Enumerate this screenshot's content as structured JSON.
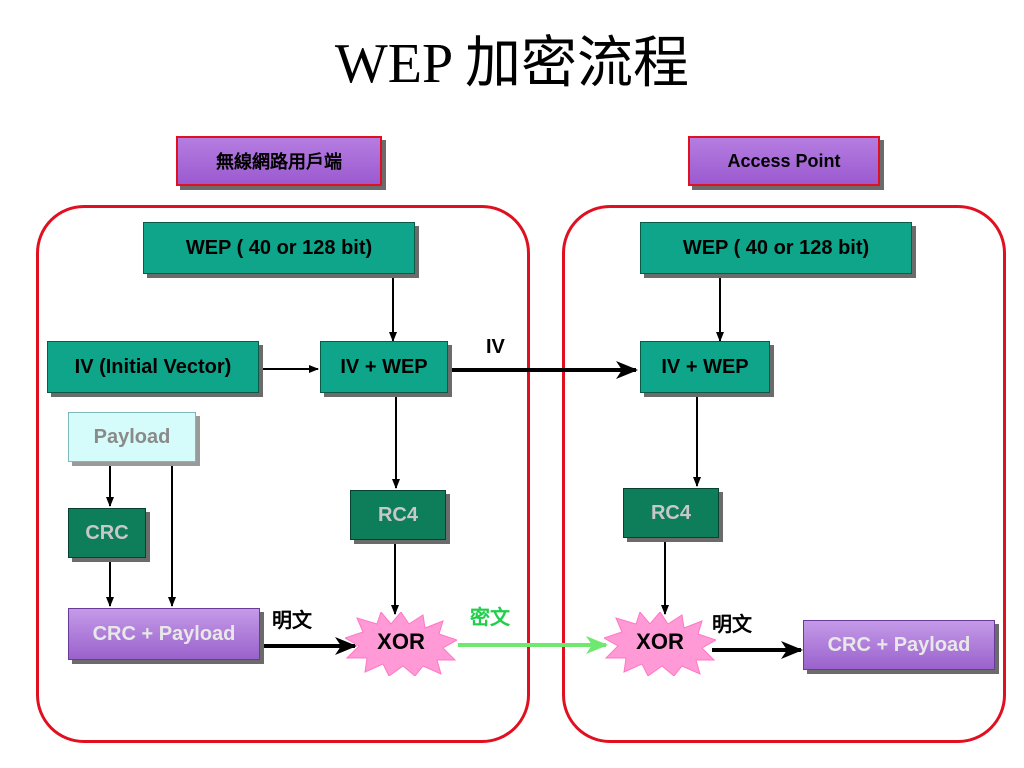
{
  "title": "WEP 加密流程",
  "client": {
    "header": "無線網路用戶端",
    "wep": "WEP ( 40 or 128 bit)",
    "iv": "IV (Initial Vector)",
    "iv_wep": "IV + WEP",
    "payload": "Payload",
    "crc": "CRC",
    "rc4": "RC4",
    "crc_payload": "CRC + Payload",
    "plaintext": "明文",
    "xor": "XOR"
  },
  "ap": {
    "header": "Access Point",
    "wep": "WEP ( 40 or 128 bit)",
    "iv_wep": "IV + WEP",
    "rc4": "RC4",
    "xor": "XOR",
    "plaintext": "明文",
    "crc_payload": "CRC + Payload"
  },
  "link": {
    "iv": "IV",
    "ciphertext": "密文"
  },
  "colors": {
    "frame": "#e01020",
    "teal": "#0fa58a",
    "dark_green": "#0d7d5a",
    "purple": "#9a62cc",
    "xor_star": "#ff9ad6",
    "cipher_arrow": "#7dff7d"
  }
}
